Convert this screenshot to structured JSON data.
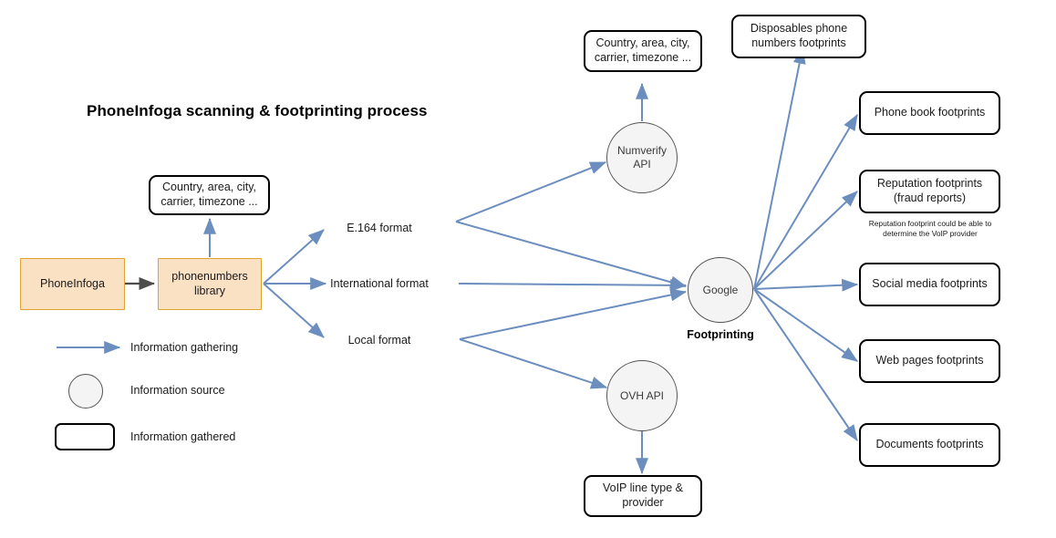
{
  "diagram": {
    "title": "PhoneInfoga scanning & footprinting process",
    "colors": {
      "arrow_blue": "#6c8ebf",
      "arrow_grey": "#4d4d4d",
      "process_fill": "#fbe1c4",
      "process_border": "#e0a32e",
      "source_fill": "#f4f4f4",
      "source_border": "#555555",
      "gathered_border": "#000000",
      "background": "#ffffff"
    },
    "nodes": {
      "phoneinfoga": "PhoneInfoga",
      "phonenumbers_library": "phonenumbers\nlibrary",
      "phonenumbers_library_line1": "phonenumbers",
      "phonenumbers_library_line2": "library",
      "country_area_left_line1": "Country, area, city,",
      "country_area_left_line2": "carrier, timezone ...",
      "country_area_top_line1": "Country, area, city,",
      "country_area_top_line2": "carrier, timezone ...",
      "numverify_api_line1": "Numverify",
      "numverify_api_line2": "API",
      "ovh_api": "OVH API",
      "voip_line_line1": "VoIP line type &",
      "voip_line_line2": "provider",
      "google": "Google",
      "footprinting": "Footprinting"
    },
    "formats": [
      "E.164 format",
      "International format",
      "Local format"
    ],
    "footprints": [
      "Disposables phone numbers footprints",
      "Phone book footprints",
      "Reputation footprints (fraud reports)",
      "Social media footprints",
      "Web pages footprints",
      "Documents footprints"
    ],
    "footprint_lines": {
      "disposables_line1": "Disposables phone",
      "disposables_line2": "numbers footprints",
      "phone_book": "Phone book footprints",
      "reputation_line1": "Reputation footprints",
      "reputation_line2": "(fraud reports)",
      "social_media": "Social media footprints",
      "web_pages": "Web pages footprints",
      "documents": "Documents footprints"
    },
    "reputation_caption_line1": "Reputation footprint could be able to",
    "reputation_caption_line2": "determine the VoIP provider",
    "legend": {
      "arrow_label": "Information gathering",
      "source_label": "Information source",
      "gathered_label": "Information gathered"
    }
  }
}
